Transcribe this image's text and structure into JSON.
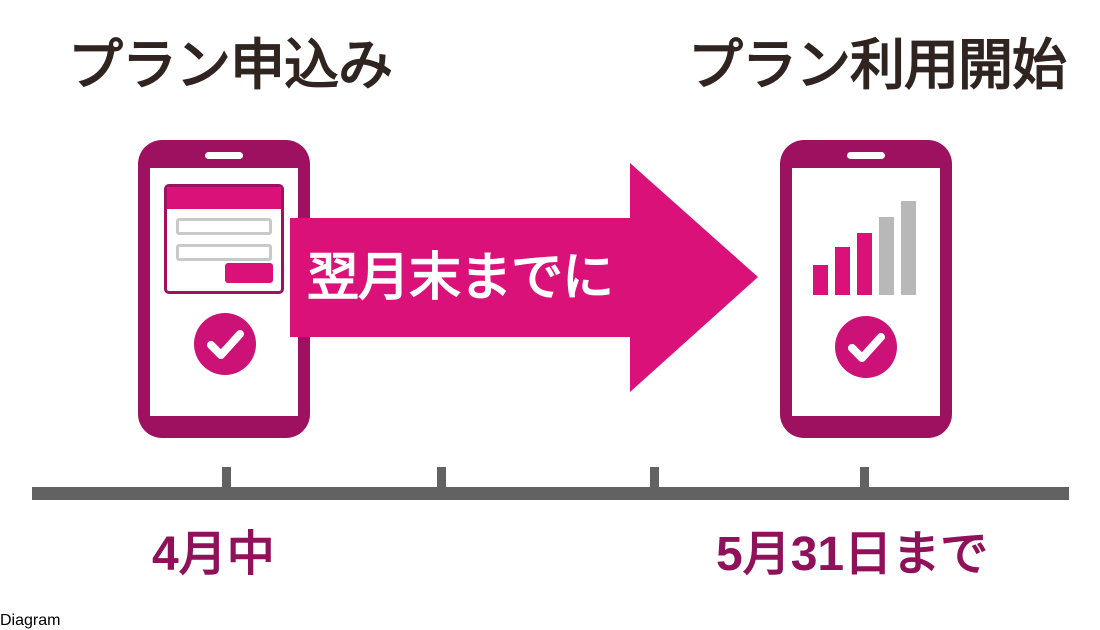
{
  "headings": {
    "left": "プラン申込み",
    "right": "プラン利用開始"
  },
  "arrow": {
    "label": "翌月末までに",
    "direction": "right",
    "color": "#da1179",
    "text_color": "#ffffff"
  },
  "phones": {
    "left": {
      "name": "plan-application-phone",
      "body_color": "#9e1060",
      "screen_color": "#ffffff",
      "form": {
        "titlebar_color": "#da1179",
        "field_count": 2,
        "field_border_color": "#c9c9c9",
        "submit_color": "#da1179"
      },
      "status_icon": "check-icon",
      "status_color": "#cc1177"
    },
    "right": {
      "name": "plan-active-phone",
      "body_color": "#9e1060",
      "screen_color": "#ffffff",
      "signal": {
        "bar_heights": [
          30,
          48,
          62,
          78,
          94
        ],
        "bar_colors": [
          "#da1179",
          "#da1179",
          "#da1179",
          "#b8b8b8",
          "#b8b8b8"
        ]
      },
      "status_icon": "check-icon",
      "status_color": "#cc1177"
    }
  },
  "timeline": {
    "axis_color": "#626262",
    "tick_positions": [
      222,
      437,
      650,
      860
    ],
    "labels": {
      "left": "4月中",
      "right": "5月31日まで"
    },
    "label_color": "#8e1159"
  }
}
